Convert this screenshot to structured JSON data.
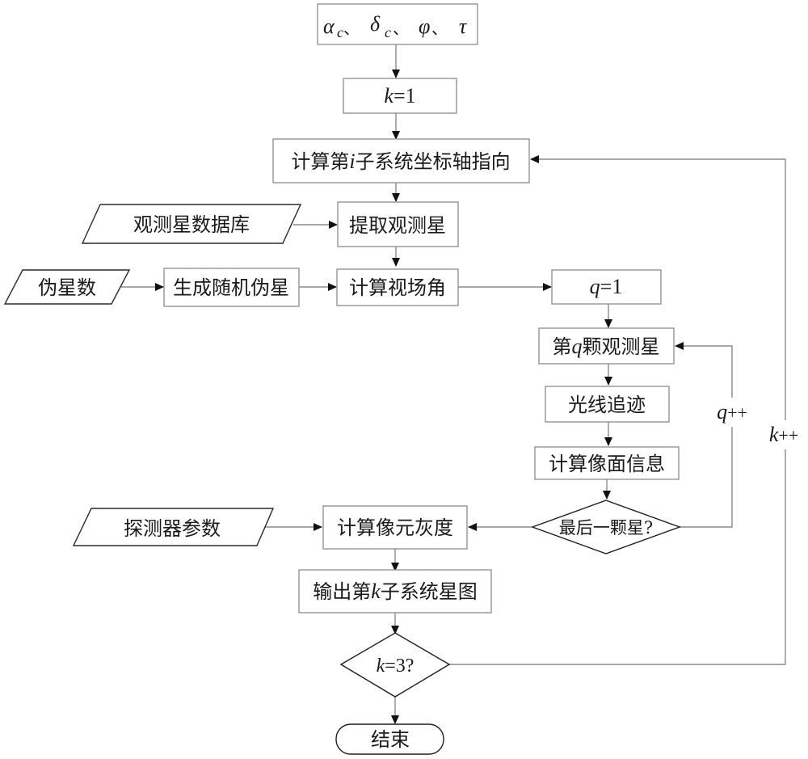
{
  "diagram": {
    "type": "flowchart",
    "nodes": {
      "input_params": {
        "shape": "process",
        "text": "αc、 δc 、φ、 τ"
      },
      "init_k": {
        "shape": "process",
        "text": "k=1"
      },
      "compute_axis": {
        "shape": "process",
        "text": "计算第i子系统坐标轴指向"
      },
      "star_db": {
        "shape": "data",
        "text": "观测星数据库"
      },
      "extract_stars": {
        "shape": "process",
        "text": "提取观测星"
      },
      "pseudo_count": {
        "shape": "data",
        "text": "伪星数"
      },
      "gen_pseudo": {
        "shape": "process",
        "text": "生成随机伪星"
      },
      "compute_fov": {
        "shape": "process",
        "text": "计算视场角"
      },
      "init_q": {
        "shape": "process",
        "text": "q=1"
      },
      "qth_star": {
        "shape": "process",
        "text": "第q颗观测星"
      },
      "ray_trace": {
        "shape": "process",
        "text": "光线追迹"
      },
      "image_info": {
        "shape": "process",
        "text": "计算像面信息"
      },
      "last_star": {
        "shape": "decision",
        "text": "最后一颗星?"
      },
      "detector_params": {
        "shape": "data",
        "text": "探测器参数"
      },
      "pixel_gray": {
        "shape": "process",
        "text": "计算像元灰度"
      },
      "output_map": {
        "shape": "process",
        "text": "输出第k子系统星图"
      },
      "k_check": {
        "shape": "decision",
        "text": "k=3?"
      },
      "end": {
        "shape": "terminator",
        "text": "结束"
      }
    },
    "edges": [
      {
        "from": "input_params",
        "to": "init_k"
      },
      {
        "from": "init_k",
        "to": "compute_axis"
      },
      {
        "from": "compute_axis",
        "to": "extract_stars"
      },
      {
        "from": "star_db",
        "to": "extract_stars"
      },
      {
        "from": "extract_stars",
        "to": "compute_fov"
      },
      {
        "from": "pseudo_count",
        "to": "gen_pseudo"
      },
      {
        "from": "gen_pseudo",
        "to": "compute_fov"
      },
      {
        "from": "compute_fov",
        "to": "init_q"
      },
      {
        "from": "init_q",
        "to": "qth_star"
      },
      {
        "from": "qth_star",
        "to": "ray_trace"
      },
      {
        "from": "ray_trace",
        "to": "image_info"
      },
      {
        "from": "image_info",
        "to": "last_star"
      },
      {
        "from": "last_star",
        "to": "pixel_gray",
        "label": ""
      },
      {
        "from": "last_star",
        "to": "qth_star",
        "label": "q++"
      },
      {
        "from": "detector_params",
        "to": "pixel_gray"
      },
      {
        "from": "pixel_gray",
        "to": "output_map"
      },
      {
        "from": "output_map",
        "to": "k_check"
      },
      {
        "from": "k_check",
        "to": "compute_axis",
        "label": "k++"
      },
      {
        "from": "k_check",
        "to": "end"
      }
    ],
    "labels": {
      "q_loop": "q++",
      "k_loop": "k++"
    },
    "math": {
      "alpha": "α",
      "alpha_sub": "c",
      "delta": "δ",
      "delta_sub": "c",
      "phi": "φ",
      "tau": "τ",
      "sep": "、",
      "k_var": "k",
      "q_var": "q",
      "eq1": "=1",
      "eq3q": "=3?",
      "i_var": "i"
    },
    "text_parts": {
      "compute_axis_pre": "计算第",
      "compute_axis_post": "子系统坐标轴指向",
      "qth_pre": "第",
      "qth_post": "颗观测星",
      "output_pre": "输出第",
      "output_post": "子系统星图"
    }
  }
}
